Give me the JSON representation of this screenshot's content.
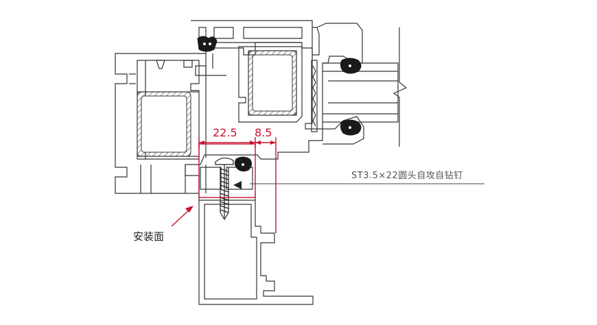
{
  "dimensions": {
    "left_value": "22.5",
    "right_value": "8.5"
  },
  "callouts": {
    "screw_spec": "ST3.5×22圆头自攻自钻钉",
    "mounting_surface": "安装面"
  },
  "colors": {
    "line": "#333333",
    "dimension": "#c8102e",
    "hatch": "#444444",
    "background": "#ffffff"
  }
}
